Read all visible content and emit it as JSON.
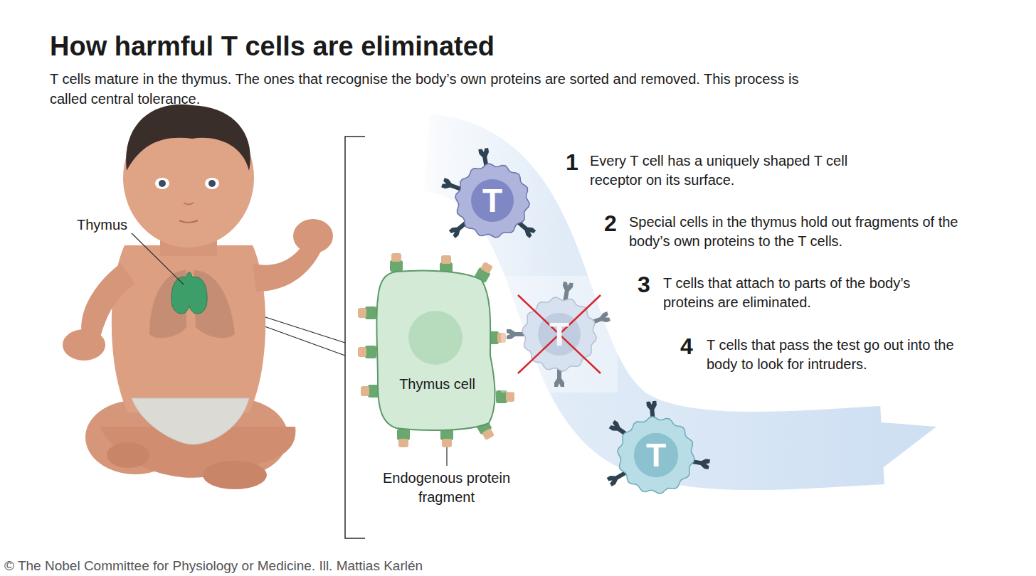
{
  "diagram": {
    "title": "How harmful T cells are eliminated",
    "caption": "T cells mature in the thymus. The ones that recognise the body’s own proteins are sorted and removed. This process is called central tolerance.",
    "nodes": [
      {
        "text": [
          "T"
        ]
      },
      {
        "text": [
          "Thymus cell"
        ]
      },
      {
        "text": [
          "T"
        ]
      },
      {
        "text": [
          "T"
        ]
      }
    ],
    "labels": [
      "Thymus",
      "Endogenous protein fragment",
      "1",
      "Every T cell has a uniquely shaped T cell receptor on its surface.",
      "2",
      "Special cells in the thymus hold out fragments of the body’s own proteins to the T cells.",
      "3",
      "T cells that attach to parts of the body’s proteins are eliminated.",
      "4",
      "T cells that pass the test go out into the body to look for intruders.",
      "© The Nobel Committee for Physiology or Medicine. Ill. Mattias Karlén"
    ]
  }
}
